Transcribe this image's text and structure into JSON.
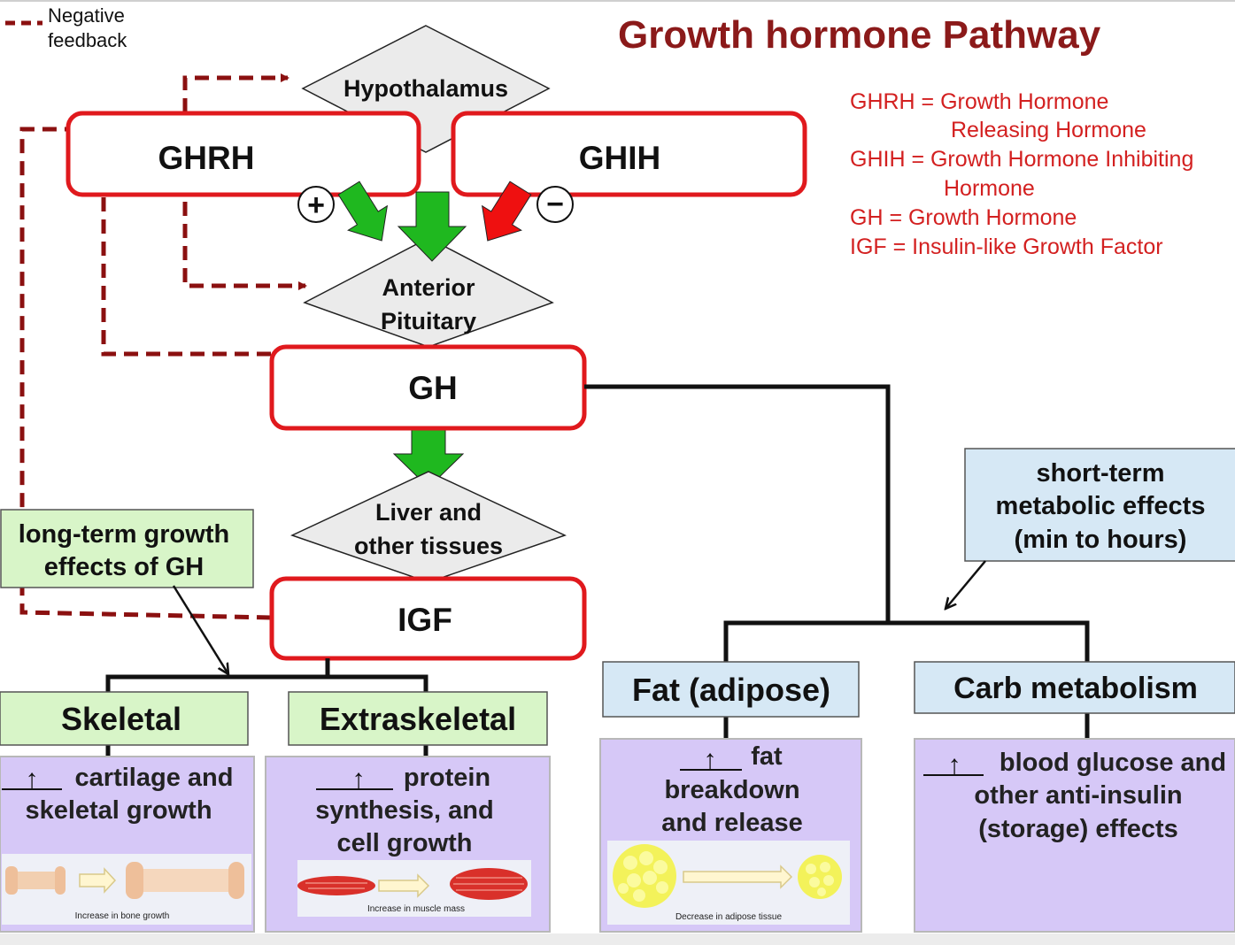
{
  "title": "Growth hormone Pathway",
  "legend": {
    "line1": "Negative",
    "line2": "feedback"
  },
  "definitions": [
    "GHRH = Growth Hormone",
    "Releasing Hormone",
    "GHIH = Growth Hormone Inhibiting",
    "Hormone",
    "GH = Growth Hormone",
    "IGF = Insulin-like Growth Factor"
  ],
  "nodes": {
    "hypothalamus": "Hypothalamus",
    "ghrh": "GHRH",
    "ghih": "GHIH",
    "anterior_pituitary": [
      "Anterior",
      "Pituitary"
    ],
    "gh": "GH",
    "liver": [
      "Liver and",
      "other tissues"
    ],
    "igf": "IGF"
  },
  "signs": {
    "plus": "+",
    "minus": "−"
  },
  "callouts": {
    "long_term": [
      "long-term growth",
      "effects of GH"
    ],
    "short_term": [
      "short-term",
      "metabolic effects",
      "(min to hours)"
    ]
  },
  "categories": {
    "skeletal": "Skeletal",
    "extraskeletal": "Extraskeletal",
    "fat": "Fat (adipose)",
    "carb": "Carb metabolism"
  },
  "effects": {
    "skeletal": {
      "arrow": "↑",
      "lines": [
        "cartilage and",
        "skeletal growth"
      ],
      "caption": "Increase in bone growth"
    },
    "extraskeletal": {
      "arrow": "↑",
      "lines": [
        "protein",
        "synthesis, and",
        "cell growth"
      ],
      "caption": "Increase in muscle mass"
    },
    "fat": {
      "arrow": "↑",
      "lines": [
        "fat",
        "breakdown",
        "and release"
      ],
      "caption": "Decrease in adipose tissue"
    },
    "carb": {
      "arrow": "↑",
      "lines": [
        "blood glucose and",
        "other anti-insulin",
        "(storage) effects"
      ]
    }
  },
  "colors": {
    "title": "#8b1a1a",
    "definitions": "#d32020",
    "hormone_box_border": "#e0191d",
    "feedback": "#8b1010",
    "stimulate_arrow": "#1fb81f",
    "inhibit_arrow": "#ef1010",
    "diamond_fill": "#ebebeb",
    "category_green": "#d8f5c8",
    "category_blue": "#d6e8f5",
    "effect_purple": "#d6c8f7"
  }
}
